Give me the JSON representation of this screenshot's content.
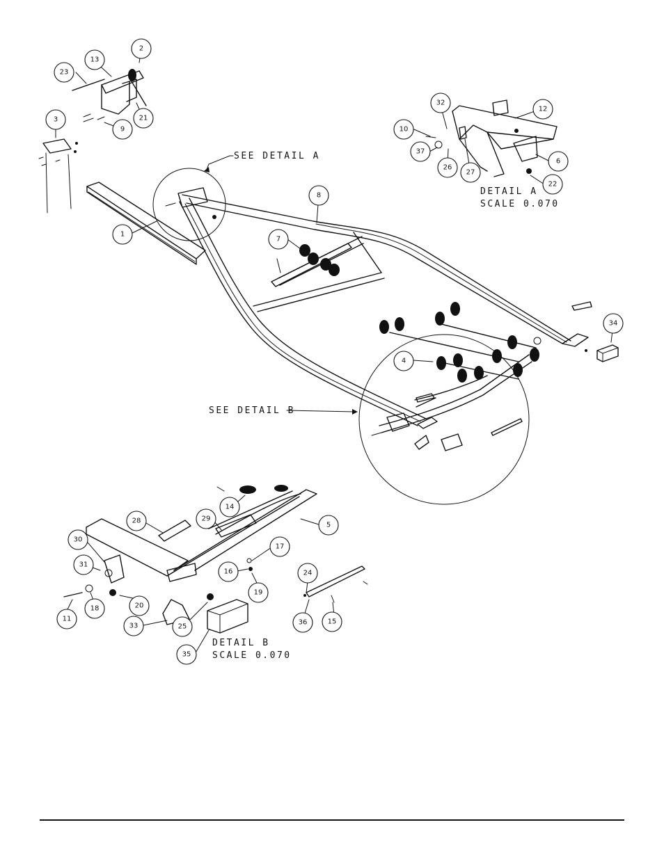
{
  "callouts": [
    {
      "n": "1"
    },
    {
      "n": "2"
    },
    {
      "n": "3"
    },
    {
      "n": "4"
    },
    {
      "n": "5"
    },
    {
      "n": "6"
    },
    {
      "n": "7"
    },
    {
      "n": "8"
    },
    {
      "n": "9"
    },
    {
      "n": "10"
    },
    {
      "n": "11"
    },
    {
      "n": "12"
    },
    {
      "n": "13"
    },
    {
      "n": "14"
    },
    {
      "n": "15"
    },
    {
      "n": "16"
    },
    {
      "n": "17"
    },
    {
      "n": "18"
    },
    {
      "n": "19"
    },
    {
      "n": "20"
    },
    {
      "n": "21"
    },
    {
      "n": "22"
    },
    {
      "n": "23"
    },
    {
      "n": "24"
    },
    {
      "n": "25"
    },
    {
      "n": "26"
    },
    {
      "n": "27"
    },
    {
      "n": "28"
    },
    {
      "n": "29"
    },
    {
      "n": "30"
    },
    {
      "n": "31"
    },
    {
      "n": "32"
    },
    {
      "n": "33"
    },
    {
      "n": "34"
    },
    {
      "n": "35"
    },
    {
      "n": "36"
    },
    {
      "n": "37"
    }
  ],
  "labels": {
    "see_detail_a": "SEE DETAIL  A",
    "see_detail_b": "SEE DETAIL  B",
    "detail_a_title": "DETAIL  A",
    "detail_a_scale": "SCALE  0.070",
    "detail_b_title": "DETAIL  B",
    "detail_b_scale": "SCALE  0.070"
  }
}
